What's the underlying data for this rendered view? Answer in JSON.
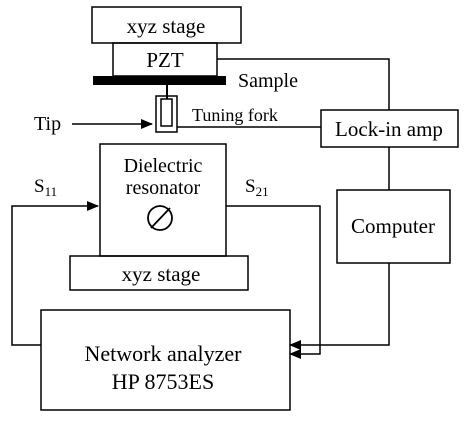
{
  "labels": {
    "xyz_stage_top": "xyz stage",
    "pzt": "PZT",
    "sample": "Sample",
    "tip": "Tip",
    "tuning_fork": "Tuning fork",
    "lock_in_amp": "Lock-in amp",
    "dielectric_line1": "Dielectric",
    "dielectric_line2": "resonator",
    "s11_main": "S",
    "s11_sub": "11",
    "s21_main": "S",
    "s21_sub": "21",
    "computer": "Computer",
    "xyz_stage_bottom": "xyz stage",
    "network_line1": "Network analyzer",
    "network_line2": "HP 8753ES"
  },
  "colors": {
    "stroke": "#000000",
    "background": "#ffffff"
  }
}
